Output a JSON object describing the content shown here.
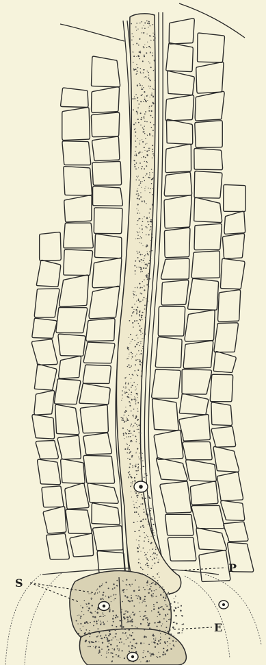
{
  "labels": {
    "p": "P",
    "s": "S",
    "e": "E"
  },
  "colors": {
    "paper": "#f6f3dc",
    "ink": "#2b2b2b",
    "stipple": "#444444"
  }
}
